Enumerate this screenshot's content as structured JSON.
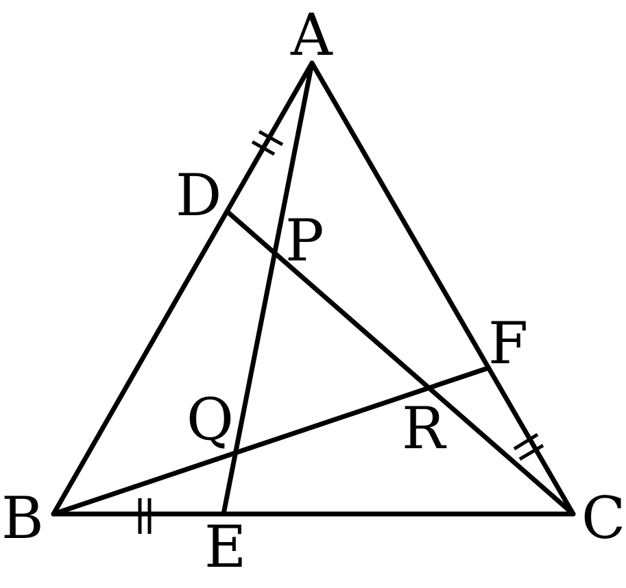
{
  "diagram": {
    "type": "geometry-triangle",
    "stroke_color": "#000000",
    "background_color": "#ffffff",
    "points": {
      "A": "A",
      "B": "B",
      "C": "C",
      "D": "D",
      "E": "E",
      "F": "F",
      "P": "P",
      "Q": "Q",
      "R": "R"
    },
    "segments": [
      "AB",
      "BC",
      "CA",
      "AE",
      "BF",
      "CD"
    ],
    "equal_marks": [
      "AD",
      "BE",
      "CF"
    ],
    "tick_count": 2
  }
}
